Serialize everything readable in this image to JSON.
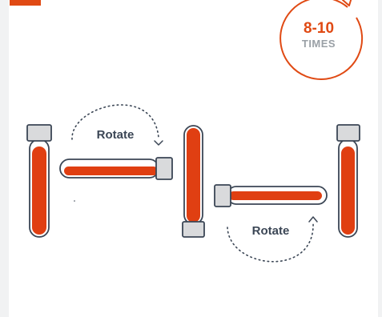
{
  "badge": {
    "count": "8-10",
    "unit": "TIMES"
  },
  "steps": [
    {
      "label": "Rotate"
    },
    {
      "label": "Rotate"
    }
  ],
  "colors": {
    "accent": "#e04a14",
    "blood": "#e03f12",
    "ink": "#3b4655",
    "cap": "#d9dadc",
    "background": "#ffffff",
    "page": "#f1f2f3",
    "muted": "#9aa0a6"
  },
  "icons": [
    "corner-tab-icon",
    "refresh-arrow-icon",
    "dotted-rotate-arrow-icon",
    "test-tube-icon"
  ]
}
